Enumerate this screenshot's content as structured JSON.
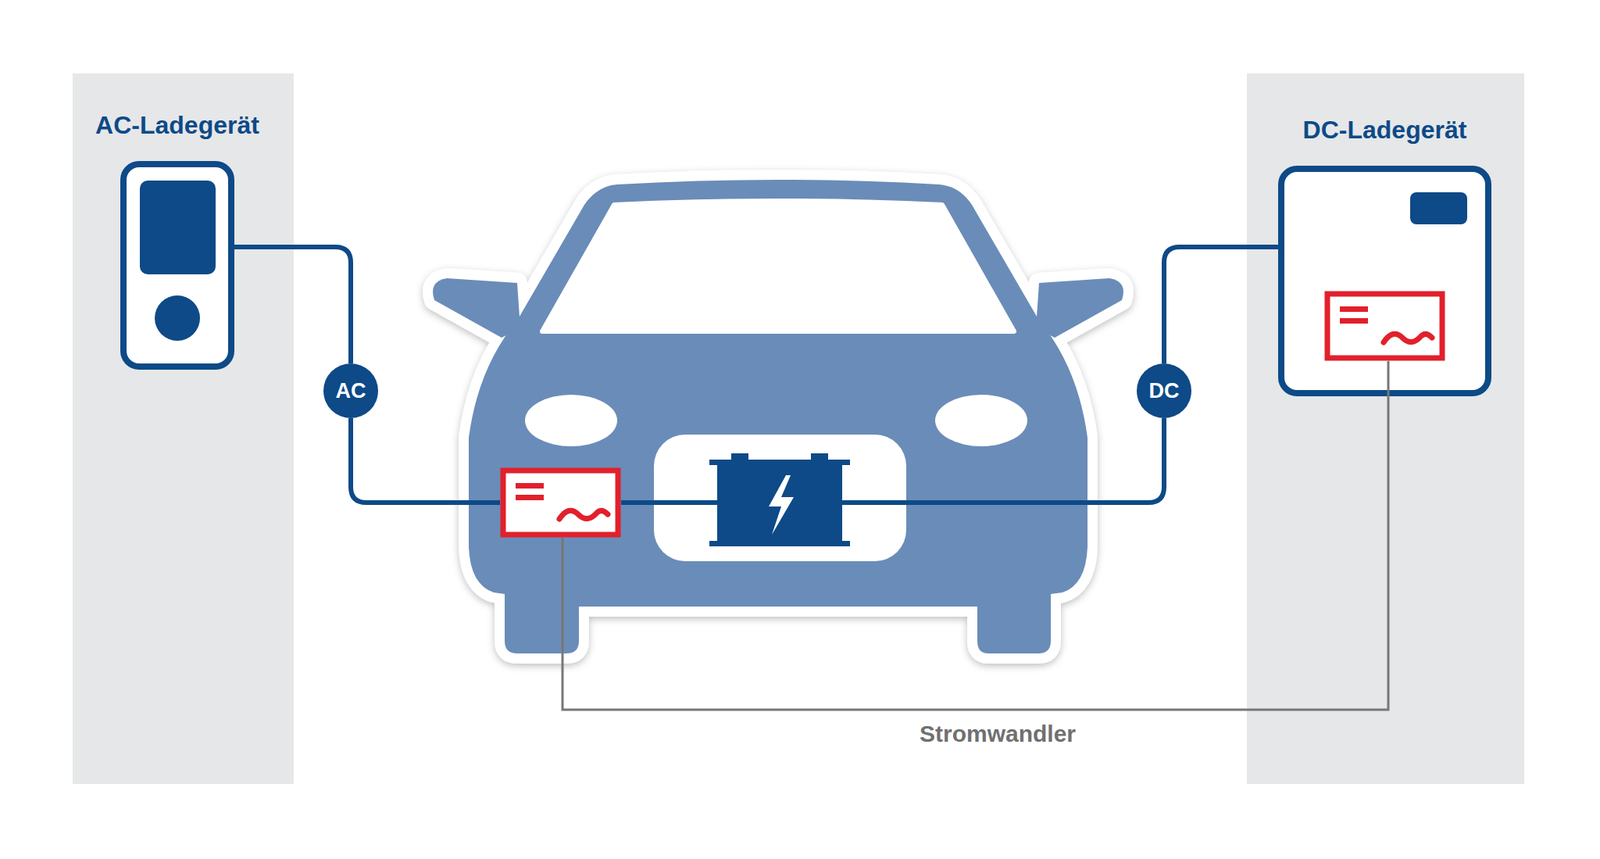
{
  "diagram": {
    "nodes": [
      {
        "text": [
          "AC-Ladegerät"
        ]
      },
      {
        "text": [
          "DC-Ladegerät"
        ]
      },
      {
        "text": [
          "AC"
        ]
      },
      {
        "text": [
          "DC"
        ]
      }
    ],
    "edges": [
      {
        "from": 0,
        "to": 2,
        "arrow": "none"
      },
      {
        "from": 1,
        "to": 3,
        "arrow": "none"
      }
    ],
    "labels": [
      "Stromwandler"
    ]
  }
}
